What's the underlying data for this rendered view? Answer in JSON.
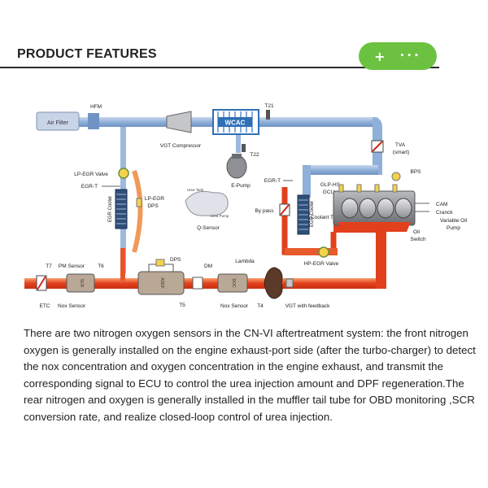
{
  "header": {
    "title": "PRODUCT FEATURES",
    "plus": "+",
    "more": "•••",
    "accent": "#6cc240"
  },
  "diagram": {
    "air_filter": "Air Filter",
    "hfm": "HFM",
    "wcac": "WCAC",
    "t21": "T21",
    "vgt_compressor": "VGT Compressor",
    "t22": "T22",
    "e_pump": "E-Pump",
    "tva": "TVA",
    "tva_sub": "(smart)",
    "bps": "BPS",
    "lp_egr_valve": "LP-EGR Valve",
    "egr_t_left": "EGR-T",
    "egr_cooler_left": "EGR Cooler",
    "lp_egr_dps_1": "LP-EGR",
    "lp_egr_dps_2": "DPS",
    "urea_tank": "Urea Tank",
    "urea_pump": "Urea Pump",
    "q_sensor": "Q-Sensor",
    "egr_t_right": "EGR-T",
    "glp_hs_1": "GLP-HS",
    "glp_hs_2": "GCU",
    "by_pass": "By pass",
    "egr_cooler_right": "EGR Cooler",
    "coolant_t": "Coolant T",
    "cam": "CAM",
    "cranck": "Cranck",
    "variable_oil_1": "Variable Oil",
    "variable_oil_2": "Pump",
    "oil_switch_1": "Oil",
    "oil_switch_2": "Switch",
    "hp_egr_valve": "HP-EGR Valve",
    "t7": "T7",
    "pm_sensor": "PM Sensor",
    "t6": "T6",
    "dps": "DPS",
    "dm": "DM",
    "lambda": "Lambda",
    "etc": "ETC",
    "nox_sensor_left": "Nox Sensor",
    "t5": "T5",
    "nox_sensor_right": "Nox Sensor",
    "t4": "T4",
    "vgt_feedback": "VGT with feedback",
    "scr": "SCR",
    "dpf": "ASDF",
    "doc": "DOC",
    "colors": {
      "intake_blue": "#8fb0d8",
      "exhaust_red": "#e2401c",
      "hot_orange": "#f4842a",
      "engine_grey": "#7b7d82",
      "sensor_yellow": "#f5d24b"
    }
  },
  "description": "There are two nitrogen oxygen sensors in the CN-VI aftertreatment system: the front nitrogen oxygen is generally installed on the engine exhaust-port side (after the turbo-charger) to detect the nox concentration and oxygen concentration in the engine exhaust, and transmit the corresponding signal to ECU to control the urea injection amount and DPF regeneration.The rear nitrogen and oxygen is generally installed in the muffler tail tube for OBD monitoring ,SCR conversion rate, and realize closed-loop control of urea injection."
}
